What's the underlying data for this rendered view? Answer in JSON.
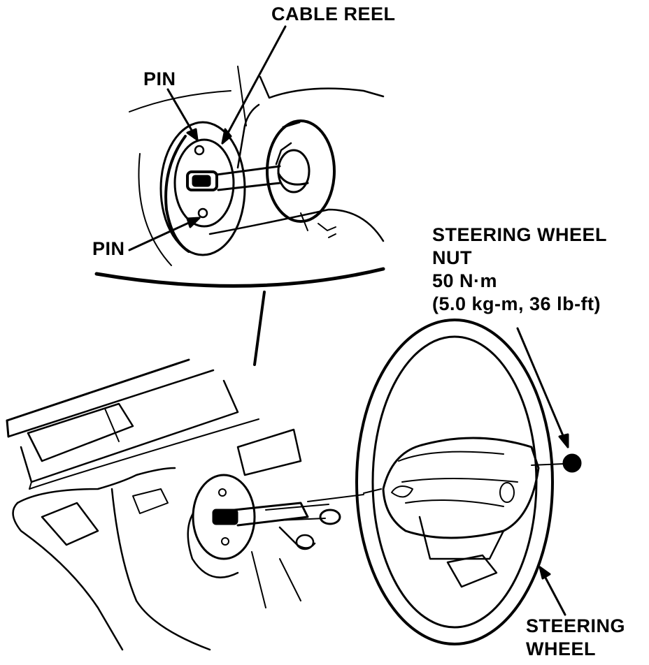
{
  "labels": {
    "cable_reel": "CABLE REEL",
    "pin_upper": "PIN",
    "pin_lower": "PIN",
    "nut_line1": "STEERING WHEEL",
    "nut_line2": "NUT",
    "nut_line3": "50 N·m",
    "nut_line4": "(5.0 kg-m, 36 lb-ft)",
    "wheel_line1": "STEERING",
    "wheel_line2": "WHEEL"
  },
  "colors": {
    "ink": "#000000",
    "paper": "#ffffff"
  }
}
